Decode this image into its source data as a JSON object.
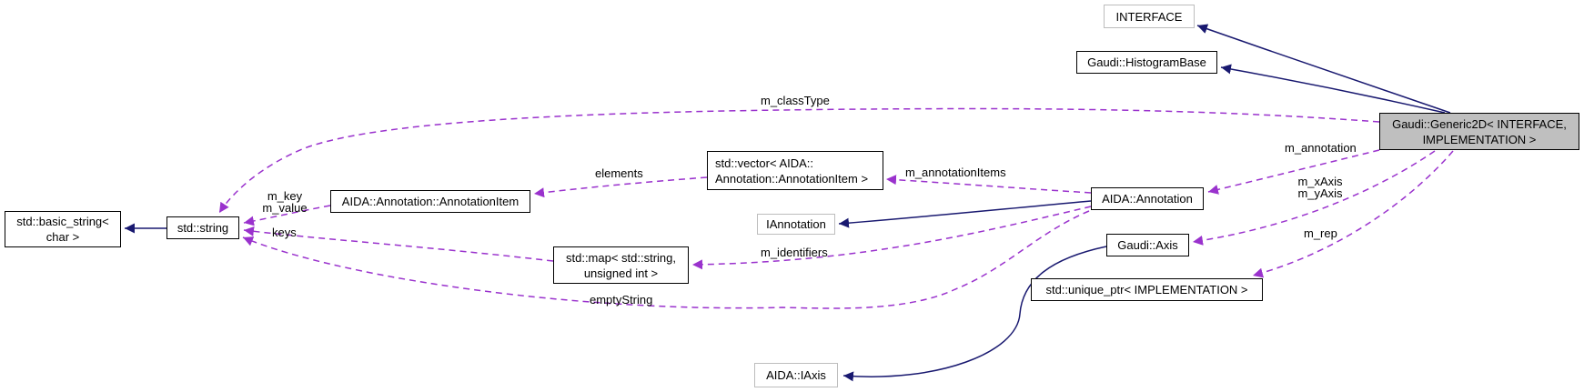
{
  "colors": {
    "background": "#ffffff",
    "inheritance_edge": "#191970",
    "usage_edge": "#9a32cd",
    "node_fill": "#ffffff",
    "highlight_node_fill": "#bfbfbf",
    "node_border": "#000000",
    "external_node_border": "#bdbdbd",
    "text": "#000000"
  },
  "nodes": {
    "interface": {
      "label": "INTERFACE"
    },
    "histogram_base": {
      "label": "Gaudi::HistogramBase"
    },
    "generic2d": {
      "label": "Gaudi::Generic2D< INTERFACE,\nIMPLEMENTATION >"
    },
    "vector": {
      "label": "std::vector< AIDA::\nAnnotation::AnnotationItem >"
    },
    "annotation_item": {
      "label": "AIDA::Annotation::AnnotationItem"
    },
    "basic_string": {
      "label": "std::basic_string<\nchar >"
    },
    "string": {
      "label": "std::string"
    },
    "iannotation": {
      "label": "IAnnotation"
    },
    "annotation": {
      "label": "AIDA::Annotation"
    },
    "map": {
      "label": "std::map< std::string,\nunsigned int >"
    },
    "axis": {
      "label": "Gaudi::Axis"
    },
    "unique_ptr": {
      "label": "std::unique_ptr< IMPLEMENTATION >"
    },
    "iaxis": {
      "label": "AIDA::IAxis"
    }
  },
  "edge_labels": {
    "m_classType": "m_classType",
    "elements": "elements",
    "m_annotationItems": "m_annotationItems",
    "m_key_value": "m_key\nm_value",
    "keys": "keys",
    "m_identifiers": "m_identifiers",
    "emptyString": "emptyString",
    "m_annotation": "m_annotation",
    "m_xAxis_yAxis": "m_xAxis\nm_yAxis",
    "m_rep": "m_rep"
  }
}
